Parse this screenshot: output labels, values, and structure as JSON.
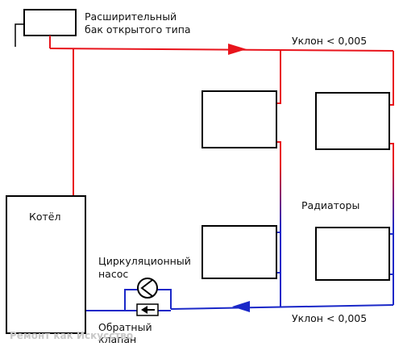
{
  "labels": {
    "tank_line1": "Расширительный",
    "tank_line2": "бак открытого типа",
    "slope_top": "Уклон < 0,005",
    "slope_bottom": "Уклон < 0,005",
    "boiler": "Котёл",
    "radiators": "Радиаторы",
    "pump_line1": "Циркуляционный",
    "pump_line2": "насос",
    "check_line1": "Обратный",
    "check_line2": "клапан"
  },
  "watermark": "Ремонт как Искусство",
  "colors": {
    "supply": "#e8141c",
    "return": "#1a28c8",
    "outline": "#000000",
    "background": "#ffffff"
  },
  "icons": {
    "pump": "pump-circle-triangle-icon",
    "check_valve": "check-valve-arrow-icon",
    "flow_arrows": "flow-direction-arrow-icon"
  }
}
